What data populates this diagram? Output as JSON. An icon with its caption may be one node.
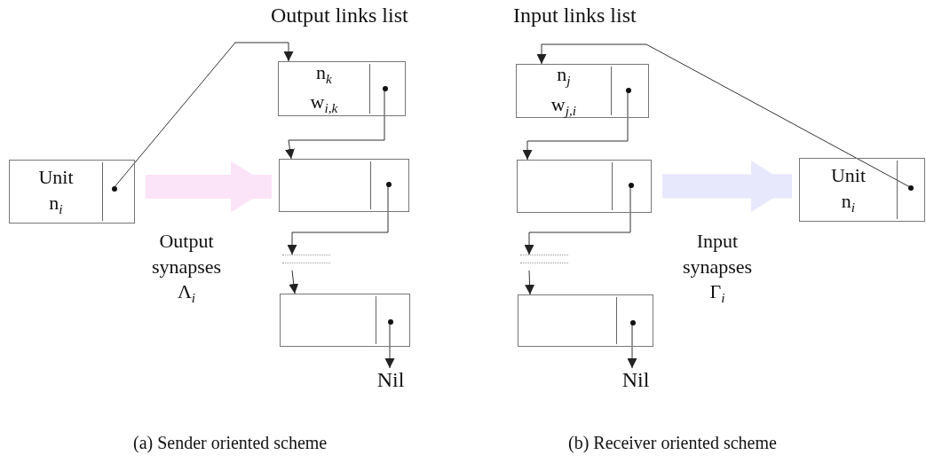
{
  "diagram": {
    "nodes": [
      {
        "text": [
          "Unit",
          "n$_{i}$"
        ]
      },
      {
        "text": [
          "n$_{k}$",
          "w$_{i,k}$"
        ]
      },
      {
        "text": [],
        "shape": "box"
      },
      {
        "text": [],
        "shape": "line"
      },
      {
        "text": [],
        "shape": "box"
      },
      {
        "text": [
          "Nil"
        ]
      },
      {
        "text": [
          "n$_{j}$",
          "w$_{j,i}$"
        ]
      },
      {
        "text": [],
        "shape": "box"
      },
      {
        "text": [],
        "shape": "line"
      },
      {
        "text": [],
        "shape": "box"
      },
      {
        "text": [
          "Nil"
        ]
      },
      {
        "text": [
          "Unit",
          "n$_{i}$"
        ]
      }
    ],
    "edges": [
      {
        "from": 0,
        "to": 1,
        "arrow": "to"
      },
      {
        "from": 1,
        "to": 2,
        "arrow": "to"
      },
      {
        "from": 2,
        "to": 3,
        "arrow": "to"
      },
      {
        "from": 3,
        "to": 4,
        "arrow": "to"
      },
      {
        "from": 4,
        "to": 5,
        "arrow": "to"
      },
      {
        "from": 0,
        "to": 2,
        "arrow": "to",
        "style": "thick",
        "color": "#fce4f8"
      },
      {
        "from": 11,
        "to": 6,
        "arrow": "to"
      },
      {
        "from": 6,
        "to": 7,
        "arrow": "to"
      },
      {
        "from": 7,
        "to": 8,
        "arrow": "to"
      },
      {
        "from": 8,
        "to": 9,
        "arrow": "to"
      },
      {
        "from": 9,
        "to": 10,
        "arrow": "to"
      },
      {
        "from": 7,
        "to": 11,
        "arrow": "to",
        "style": "thick",
        "color": "#e8e8fc"
      }
    ],
    "labels": [
      "Output links list",
      "Input links list",
      "Output synapses Λ$_{i}$",
      "Input synapses Γ$_{i}$",
      "(a) Sender oriented scheme",
      "(b) Receiver oriented scheme"
    ]
  }
}
